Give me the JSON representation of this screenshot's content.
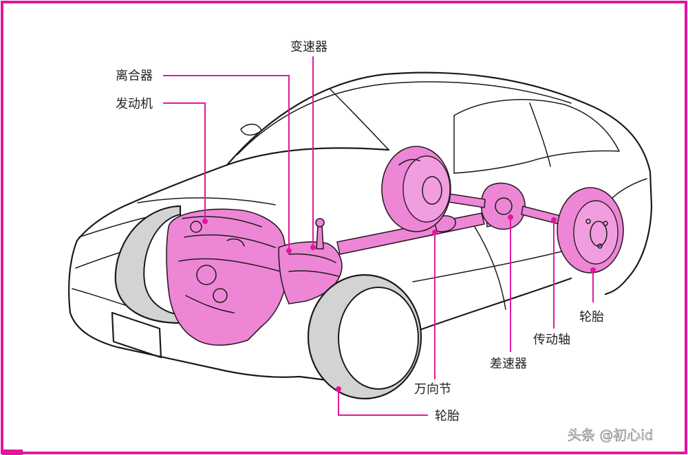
{
  "labels": {
    "transmission": "变速器",
    "clutch": "离合器",
    "engine": "发动机",
    "wheel_rear": "轮胎",
    "drive_shaft": "传动轴",
    "differential": "差速器",
    "universal_joint": "万向节",
    "wheel_front": "轮胎"
  },
  "watermark": "头条 @初心id",
  "colors": {
    "frame": "#e2189b",
    "component_fill": "#ee86d6",
    "tire_fill": "#d3d3d3",
    "leader_line": "#e2189b"
  }
}
